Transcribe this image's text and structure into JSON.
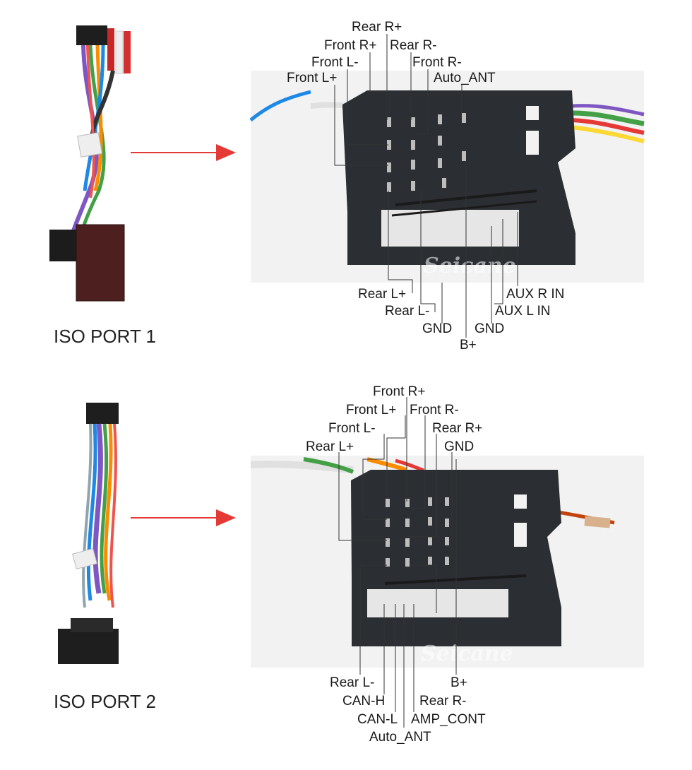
{
  "ports": [
    {
      "title": "ISO PORT 1",
      "watermark": "Seicane",
      "top_labels": [
        "Rear R+",
        "Front R+",
        "Rear R-",
        "Front L-",
        "Front R-",
        "Front L+",
        "Auto_ANT"
      ],
      "bottom_labels": [
        "Rear L+",
        "AUX R IN",
        "Rear L-",
        "AUX L IN",
        "GND",
        "GND",
        "B+"
      ]
    },
    {
      "title": "ISO PORT 2",
      "watermark": "Seicane",
      "top_labels": [
        "Front R+",
        "Front L+",
        "Front R-",
        "Front L-",
        "Rear R+",
        "Rear L+",
        "GND"
      ],
      "bottom_labels": [
        "Rear L-",
        "B+",
        "CAN-H",
        "Rear R-",
        "CAN-L",
        "AMP_CONT",
        "Auto_ANT"
      ]
    }
  ],
  "colors": {
    "arrow": "#e53935",
    "connector": "#2b2f33",
    "connector_pins": "#e8e8e8",
    "background": "#ffffff"
  },
  "icons": [
    "wiring-harness-icon",
    "red-arrow-icon",
    "iso-connector-icon"
  ]
}
